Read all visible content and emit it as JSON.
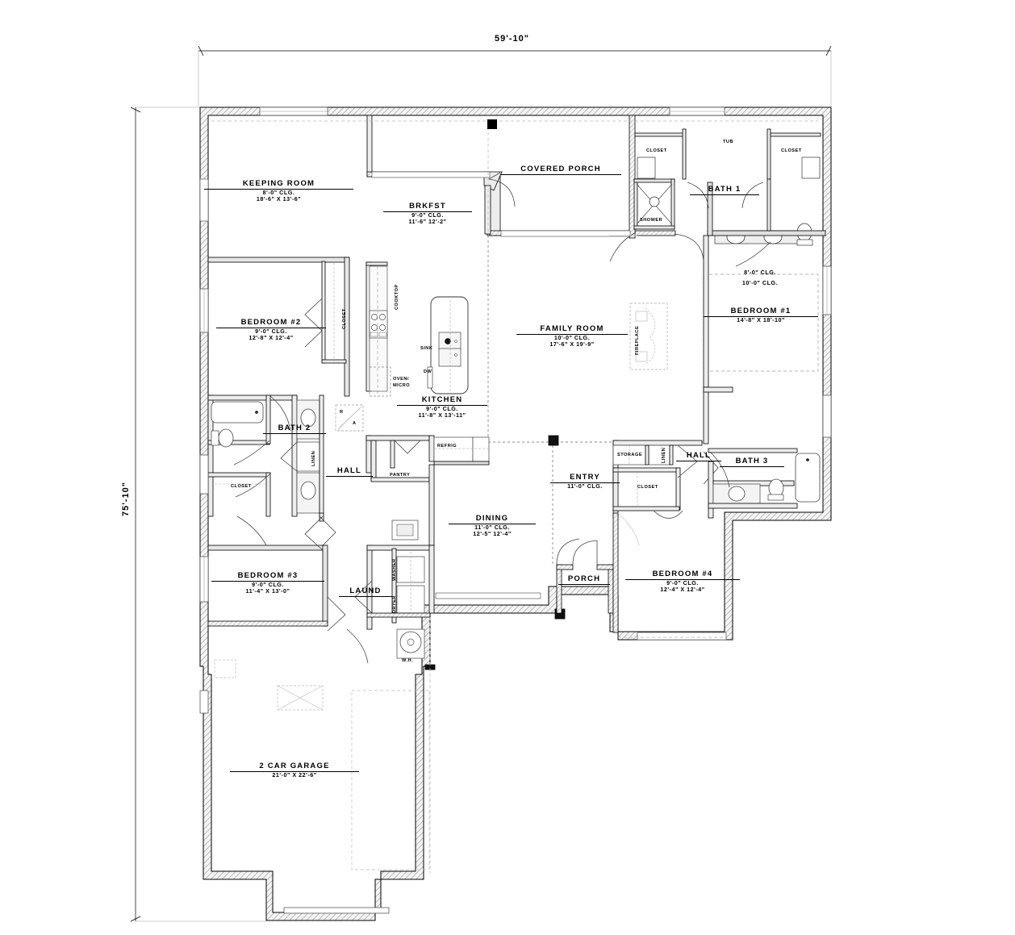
{
  "drawing": {
    "type": "architectural-floor-plan",
    "overall_dimensions": {
      "width_label": "59'-10\"",
      "height_label": "75'-10\""
    }
  },
  "rooms": [
    {
      "id": "keeping-room",
      "name": "KEEPING ROOM",
      "ceiling": "8'-0\" CLG.",
      "size": "18'-6\" X 13'-6\""
    },
    {
      "id": "brkfst",
      "name": "BRKFST",
      "ceiling": "9'-0\" CLG.",
      "size": "11'-6\"  12'-2\""
    },
    {
      "id": "covered-porch",
      "name": "COVERED PORCH",
      "ceiling": "",
      "size": ""
    },
    {
      "id": "bath-1",
      "name": "BATH 1",
      "ceiling": "",
      "size": ""
    },
    {
      "id": "bedroom-1",
      "name": "BEDROOM #1",
      "ceiling": "",
      "size": "14'-8\" X 18'-10\""
    },
    {
      "id": "bedroom-1-clg-a",
      "name": "",
      "ceiling": "8'-0\" CLG.",
      "size": ""
    },
    {
      "id": "bedroom-1-clg-b",
      "name": "",
      "ceiling": "10'-0\" CLG.",
      "size": ""
    },
    {
      "id": "bedroom-2",
      "name": "BEDROOM #2",
      "ceiling": "9'-0\" CLG.",
      "size": "12'-8\" X 12'-4\""
    },
    {
      "id": "family-room",
      "name": "FAMILY ROOM",
      "ceiling": "10'-0\" CLG.",
      "size": "17'-6\" X 19'-9\""
    },
    {
      "id": "kitchen",
      "name": "KITCHEN",
      "ceiling": "9'-0\" CLG.",
      "size": "11'-8\" X 13'-11\""
    },
    {
      "id": "bath-2",
      "name": "BATH 2",
      "ceiling": "",
      "size": ""
    },
    {
      "id": "hall-left",
      "name": "HALL",
      "ceiling": "",
      "size": ""
    },
    {
      "id": "hall-right",
      "name": "HALL",
      "ceiling": "",
      "size": ""
    },
    {
      "id": "bath-3",
      "name": "BATH 3",
      "ceiling": "",
      "size": ""
    },
    {
      "id": "entry",
      "name": "ENTRY",
      "ceiling": "11'-0\" CLG.",
      "size": ""
    },
    {
      "id": "dining",
      "name": "DINING",
      "ceiling": "11'-0\" CLG.",
      "size": "12'-5\"  12'-4\""
    },
    {
      "id": "bedroom-3",
      "name": "BEDROOM #3",
      "ceiling": "9'-0\" CLG.",
      "size": "11'-4\" X 13'-0\""
    },
    {
      "id": "bedroom-4",
      "name": "BEDROOM #4",
      "ceiling": "9'-0\" CLG.",
      "size": "12'-4\" X 12'-4\""
    },
    {
      "id": "laund",
      "name": "LAUND",
      "ceiling": "",
      "size": ""
    },
    {
      "id": "porch",
      "name": "PORCH",
      "ceiling": "",
      "size": ""
    },
    {
      "id": "garage",
      "name": "2 CAR GARAGE",
      "ceiling": "",
      "size": "21'-0\" X 22'-6\""
    }
  ],
  "fixtures": [
    {
      "id": "tub-bath1",
      "label": "TUB"
    },
    {
      "id": "closet-bath1-left",
      "label": "CLOSET"
    },
    {
      "id": "closet-bath1-right",
      "label": "CLOSET"
    },
    {
      "id": "shower-bath1",
      "label": "SHOWER"
    },
    {
      "id": "closet-bedroom2",
      "label": "CLOSET"
    },
    {
      "id": "closet-bath2",
      "label": "CLOSET"
    },
    {
      "id": "linen-hall-left",
      "label": "LINEN"
    },
    {
      "id": "linen-hall-right",
      "label": "LINEN"
    },
    {
      "id": "storage-hall-right",
      "label": "STORAGE"
    },
    {
      "id": "closet-bedroom4",
      "label": "CLOSET"
    },
    {
      "id": "cooktop",
      "label": "COOKTOP"
    },
    {
      "id": "oven-micro",
      "label": "OVEN/ MICRO"
    },
    {
      "id": "sink",
      "label": "SINK"
    },
    {
      "id": "dishwasher",
      "label": "DW"
    },
    {
      "id": "refrigerator",
      "label": "REFRIG"
    },
    {
      "id": "pantry",
      "label": "PANTRY"
    },
    {
      "id": "washer",
      "label": "WASHER"
    },
    {
      "id": "dryer",
      "label": "DRYER"
    },
    {
      "id": "water-heater",
      "label": "W.H."
    },
    {
      "id": "fireplace",
      "label": "FIREPLACE"
    },
    {
      "id": "return-air-r",
      "label": "R"
    },
    {
      "id": "return-air-a",
      "label": "A"
    }
  ],
  "oven_micro_lines": {
    "line1": "OVEN/",
    "line2": "MICRO"
  },
  "colors": {
    "line": "#000000",
    "wall_fill": "#f2f2f2",
    "wall_hatch": "#8c8c8c",
    "thin_line": "#555555",
    "dashed": "#777777",
    "background": "#ffffff"
  }
}
